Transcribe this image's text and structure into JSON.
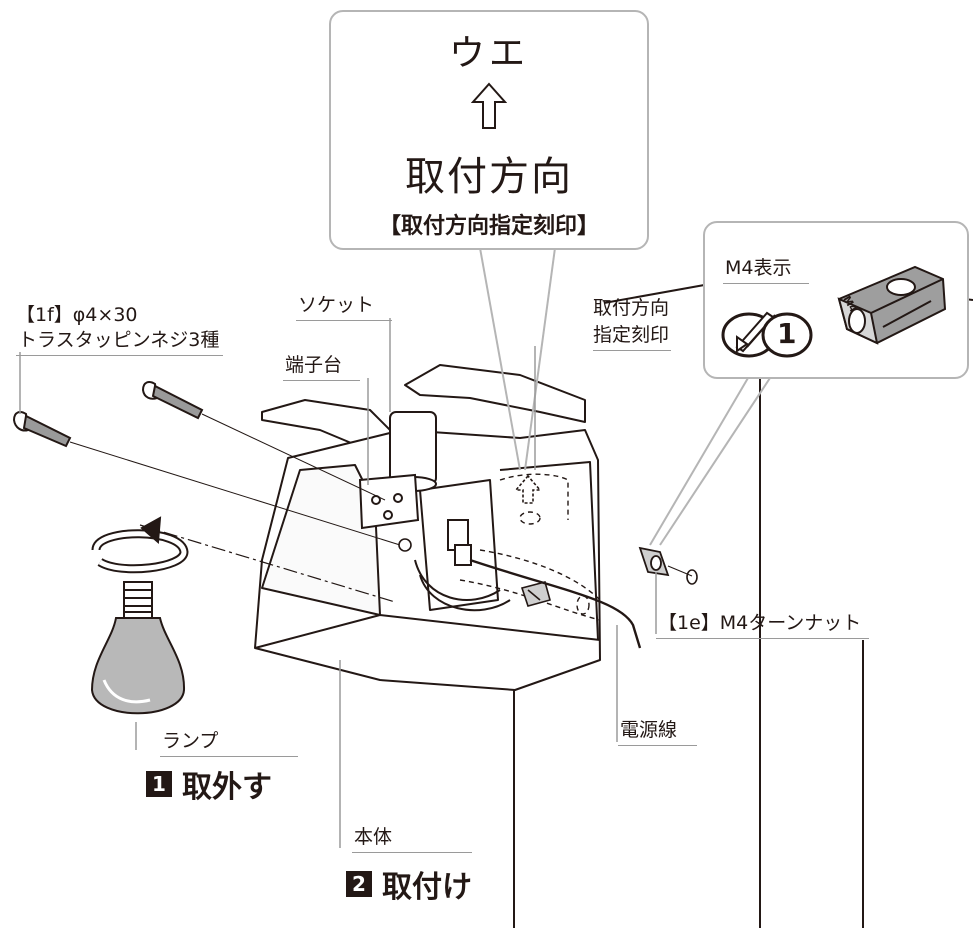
{
  "callout_top": {
    "word_up": "ウエ",
    "direction_text": "取付方向",
    "caption": "【取付方向指定刻印】"
  },
  "callout_right": {
    "marking_label": "M4表示",
    "nut_marking": "M4",
    "symbol_number": "1"
  },
  "labels": {
    "screw_line1": "【1f】φ4×30",
    "screw_line2": "トラスタッピンネジ3種",
    "socket": "ソケット",
    "terminal": "端子台",
    "direction_mark_line1": "取付方向",
    "direction_mark_line2": "指定刻印",
    "turn_nut": "【1e】M4ターンナット",
    "power_cord": "電源線",
    "lamp": "ランプ",
    "body": "本体"
  },
  "steps": [
    {
      "number": "1",
      "text": "取外す"
    },
    {
      "number": "2",
      "text": "取付け"
    }
  ],
  "colors": {
    "line": "#231815",
    "leader": "#9a9a9a",
    "callout_border": "#b5b5b5",
    "lamp_fill": "#b8b8b8"
  }
}
